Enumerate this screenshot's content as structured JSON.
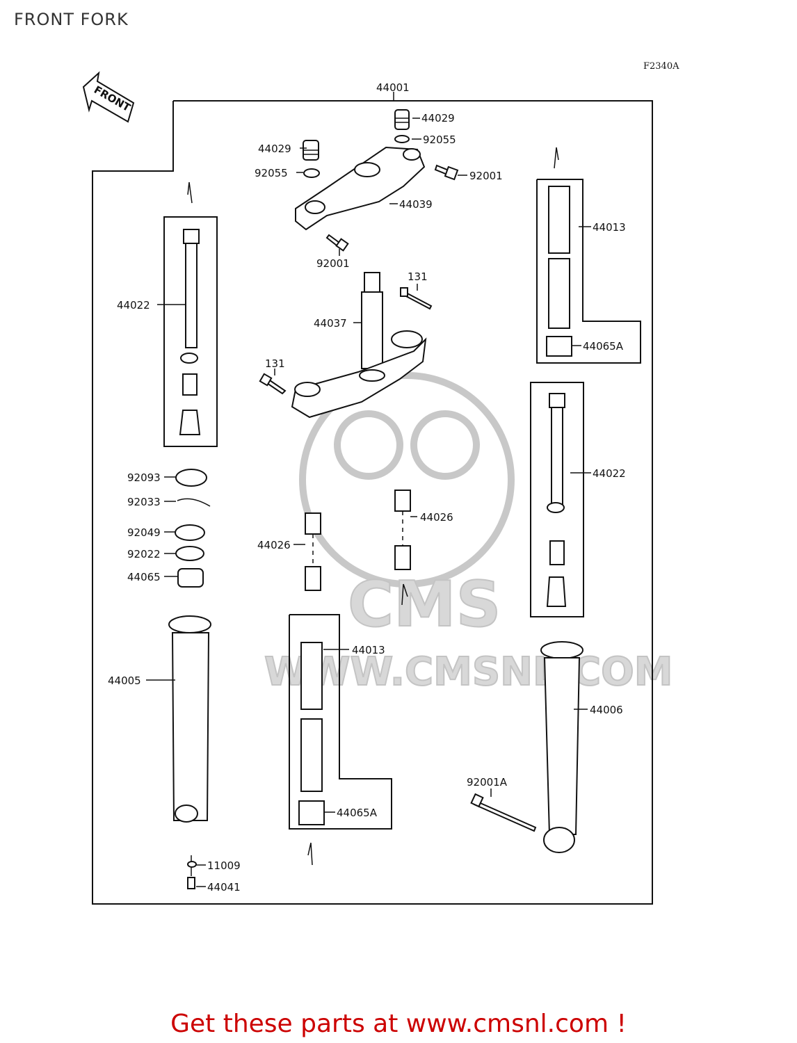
{
  "page_title": "FRONT FORK",
  "diagram_code": "F2340A",
  "front_arrow_label": "FRONT",
  "watermark": {
    "brand": "CMS",
    "url": "WWW.CMSNL.COM"
  },
  "footer_link": "Get these parts at www.cmsnl.com !",
  "labels": {
    "p44001": "44001",
    "p44029a": "44029",
    "p92055a": "92055",
    "p44029b": "44029",
    "p92055b": "92055",
    "p92001a": "92001",
    "p44039": "44039",
    "p92001b": "92001",
    "p44013a": "44013",
    "p44065Aa": "44065A",
    "p44022a": "44022",
    "p131a": "131",
    "p44037": "44037",
    "p131b": "131",
    "p92093": "92093",
    "p92033": "92033",
    "p92049": "92049",
    "p92022": "92022",
    "p44065": "44065",
    "p44026a": "44026",
    "p44026b": "44026",
    "p44022b": "44022",
    "p44013b": "44013",
    "p44005": "44005",
    "p44006": "44006",
    "p44065Ab": "44065A",
    "p92001A": "92001A",
    "p11009": "11009",
    "p44041": "44041"
  }
}
